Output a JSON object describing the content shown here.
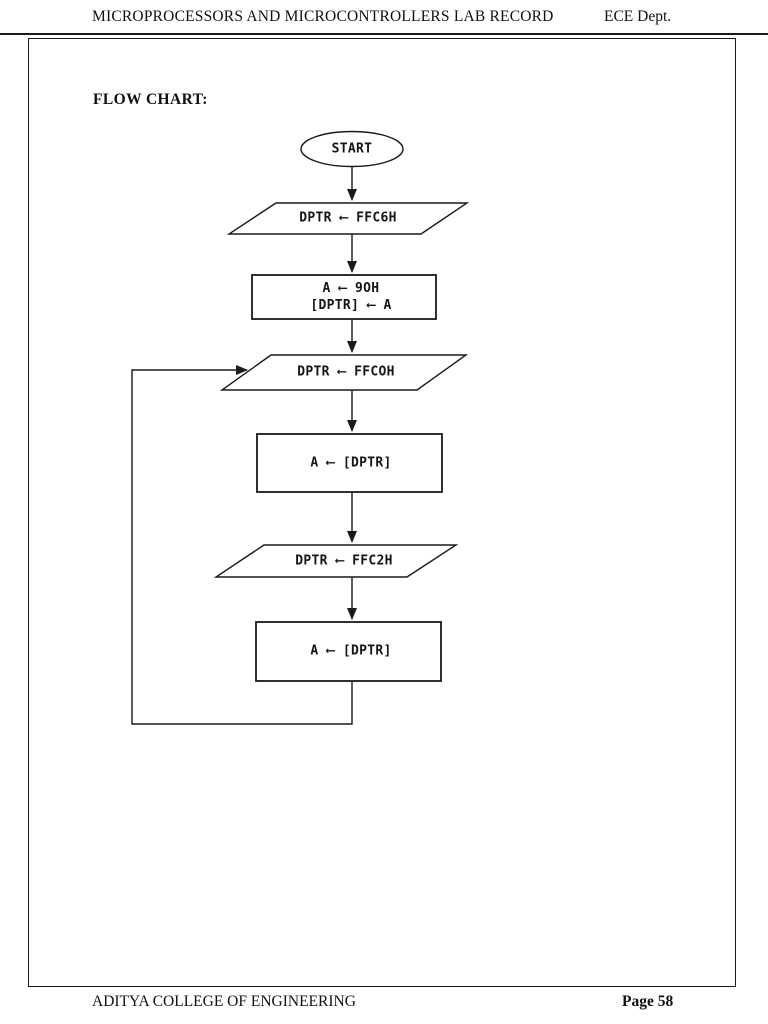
{
  "page": {
    "header": {
      "title": "MICROPROCESSORS AND MICROCONTROLLERS LAB RECORD",
      "dept": "ECE Dept."
    },
    "heading": "FLOW CHART:",
    "footer": {
      "college": "ADITYA COLLEGE OF ENGINEERING",
      "page_number": "Page 58"
    }
  },
  "flowchart": {
    "start_label": "START",
    "io1_label": "DPTR ⟵ FFC6H",
    "process1_line1": "A ⟵ 9OH",
    "process1_line2": "[DPTR] ⟵ A",
    "io2_label": "DPTR ⟵ FFCOH",
    "process2_label": "A ⟵ [DPTR]",
    "io3_label": "DPTR ⟵ FFC2H",
    "process3_label": "A ⟵ [DPTR]"
  },
  "colors": {
    "ink": "#1a1a1a",
    "paper": "#ffffff"
  }
}
